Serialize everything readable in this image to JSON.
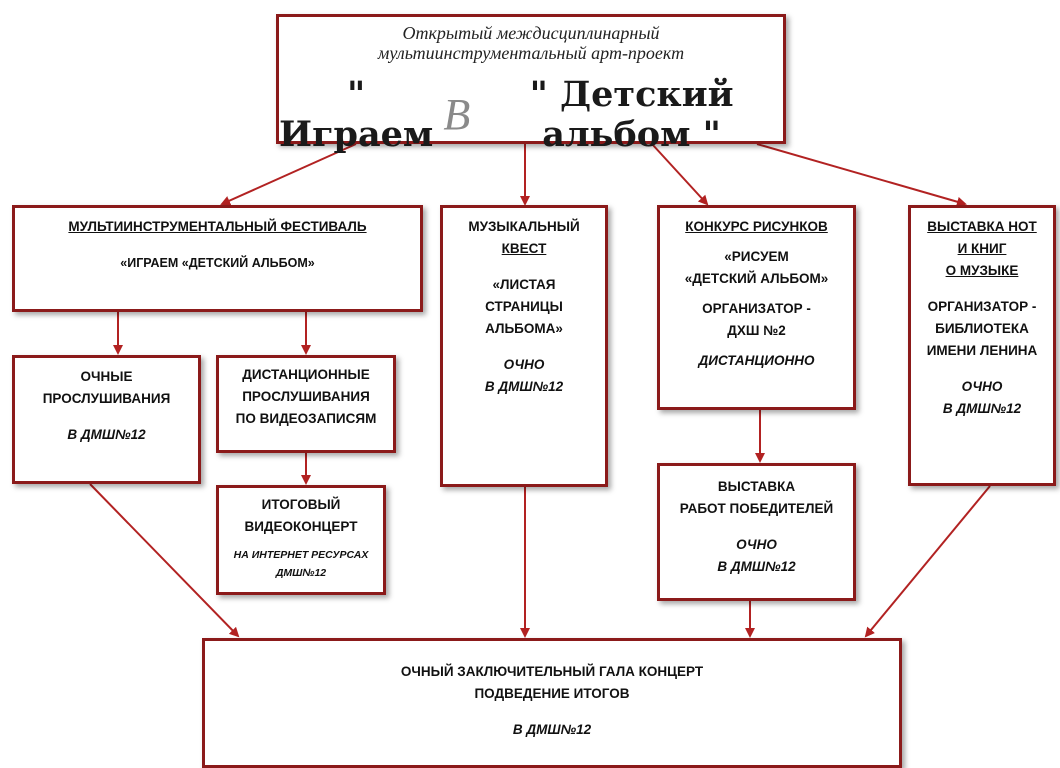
{
  "header": {
    "line1": "Открытый междисциплинарный",
    "line2": "мультиинструментальный арт-проект",
    "title_open": "\" Играем",
    "title_mono": "В",
    "title_close": "\" Детский альбом \""
  },
  "festival": {
    "title": "МУЛЬТИИНСТРУМЕНТАЛЬНЫЙ ФЕСТИВАЛЬ",
    "subtitle": "«ИГРАЕМ «ДЕТСКИЙ АЛЬБОМ»"
  },
  "in_person": {
    "line1": "ОЧНЫЕ",
    "line2": "ПРОСЛУШИВАНИЯ",
    "place": "В ДМШ№12"
  },
  "remote": {
    "line1": "ДИСТАНЦИОННЫЕ",
    "line2": "ПРОСЛУШИВАНИЯ",
    "line3": "ПО ВИДЕОЗАПИСЯМ"
  },
  "video_concert": {
    "line1": "ИТОГОВЫЙ",
    "line2": "ВИДЕОКОНЦЕРТ",
    "place1": "НА ИНТЕРНЕТ РЕСУРСАХ",
    "place2": "ДМШ№12"
  },
  "quest": {
    "title1": "МУЗЫКАЛЬНЫЙ",
    "title2": "КВЕСТ",
    "line1": "«ЛИСТАЯ",
    "line2": "СТРАНИЦЫ",
    "line3": "АЛЬБОМА»",
    "mode": "ОЧНО",
    "place": "В ДМШ№12"
  },
  "drawing": {
    "title": "КОНКУРС РИСУНКОВ",
    "line1": "«РИСУЕМ",
    "line2": "«ДЕТСКИЙ АЛЬБОМ»",
    "org1": "ОРГАНИЗАТОР -",
    "org2": "ДХШ №2",
    "mode": "ДИСТАНЦИОННО"
  },
  "winners": {
    "line1": "ВЫСТАВКА",
    "line2": "РАБОТ ПОБЕДИТЕЛЕЙ",
    "mode": "ОЧНО",
    "place": "В ДМШ№12"
  },
  "exhibition": {
    "title1": "ВЫСТАВКА НОТ",
    "title2": "И КНИГ",
    "title3": "О МУЗЫКЕ",
    "org1": "ОРГАНИЗАТОР -",
    "org2": "БИБЛИОТЕКА",
    "org3": "ИМЕНИ ЛЕНИНА",
    "mode": "ОЧНО",
    "place": "В ДМШ№12"
  },
  "gala": {
    "line1": "ОЧНЫЙ ЗАКЛЮЧИТЕЛЬНЫЙ ГАЛА КОНЦЕРТ",
    "line2": "ПОДВЕДЕНИЕ ИТОГОВ",
    "place": "В ДМШ№12"
  },
  "colors": {
    "border": "#8b1a1a",
    "arrow": "#b22222"
  }
}
